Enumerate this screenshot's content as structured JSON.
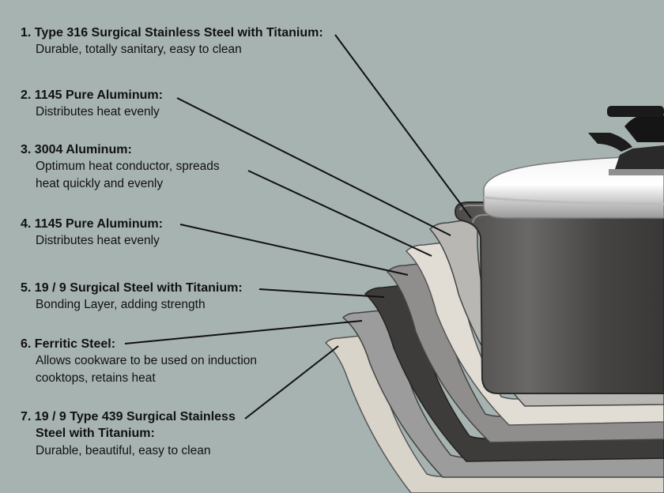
{
  "layers": [
    {
      "title": "1. Type 316 Surgical Stainless Steel with Titanium:",
      "desc": [
        "Durable, totally sanitary, easy to clean"
      ]
    },
    {
      "title": "2. 1145 Pure Aluminum:",
      "desc": [
        "Distributes heat evenly"
      ]
    },
    {
      "title": "3. 3004 Aluminum:",
      "desc": [
        "Optimum heat conductor, spreads",
        "heat quickly and evenly"
      ]
    },
    {
      "title": "4. 1145 Pure Aluminum:",
      "desc": [
        "Distributes heat evenly"
      ]
    },
    {
      "title": "5. 19 / 9 Surgical Steel with Titanium:",
      "desc": [
        "Bonding Layer, adding strength"
      ]
    },
    {
      "title": "6. Ferritic Steel:",
      "desc": [
        "Allows cookware to be used on induction",
        "cooktops, retains heat"
      ]
    },
    {
      "title": "7. 19 / 9 Type 439 Surgical Stainless",
      "desc": [
        "Steel with Titanium:",
        "Durable, beautiful, easy to clean"
      ],
      "desc_first_bold": true
    }
  ],
  "colors": {
    "background": "#a6b3b1",
    "pot_body": "#4a4847",
    "layer_outline": "#3a3a3a",
    "leader_line": "#111111",
    "lid_silver": "#e6e6e6",
    "knob": "#1c1c1c"
  },
  "icons": [
    "pot-lid",
    "lid-knob",
    "cookware-layers"
  ]
}
